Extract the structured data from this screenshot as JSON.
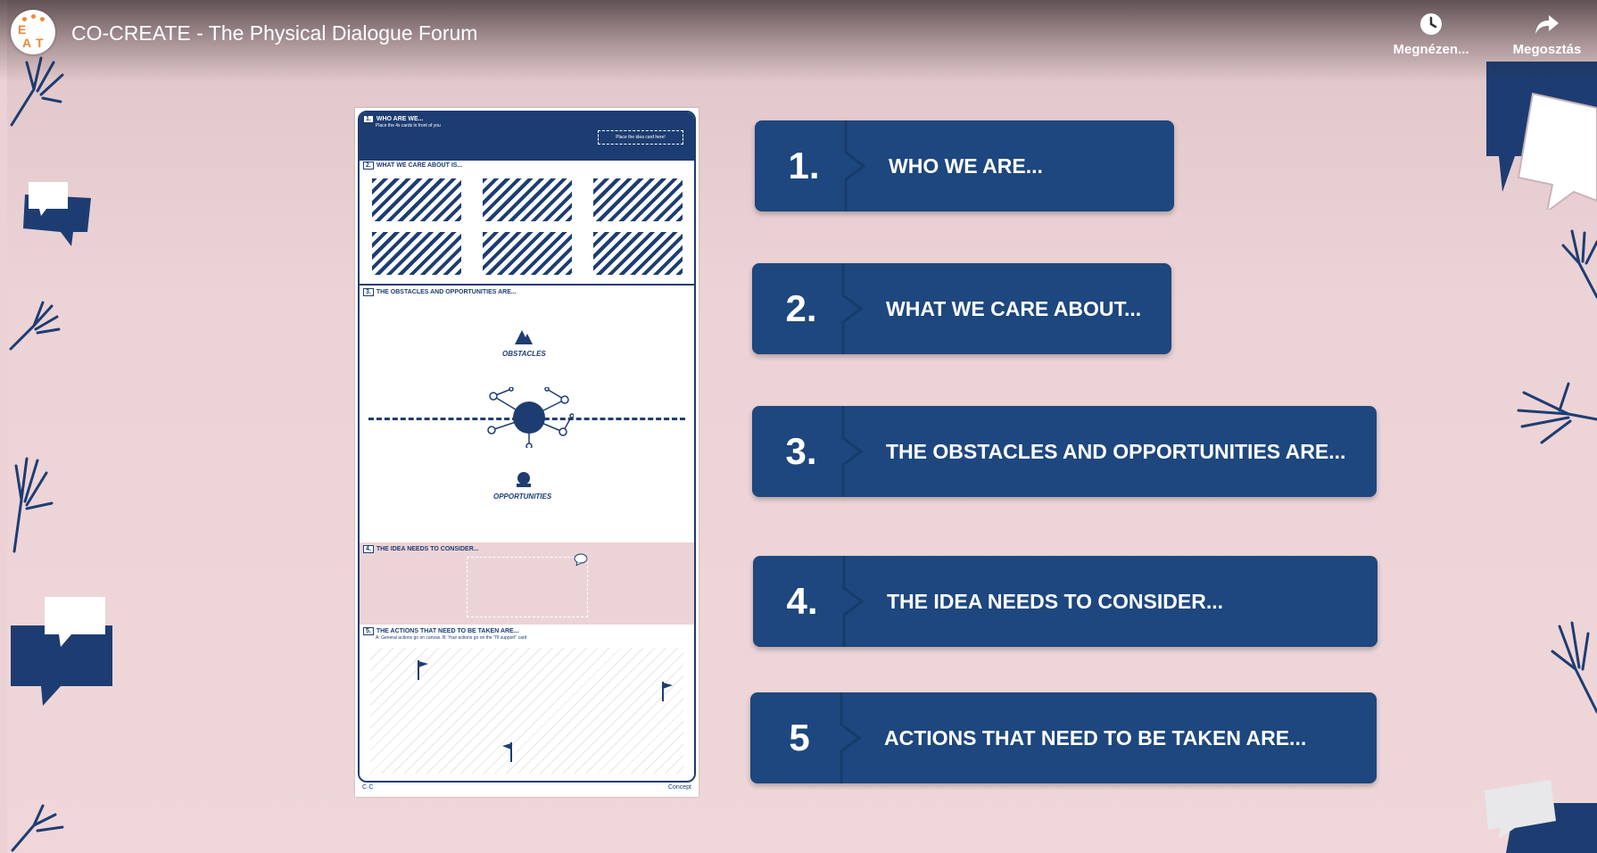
{
  "video": {
    "title": "CO-CREATE - The Physical Dialogue Forum",
    "channel_logo_letters": [
      "E",
      "A",
      "T"
    ],
    "actions": [
      {
        "name": "watch-later",
        "label": "Megnézen...",
        "icon": "clock-icon"
      },
      {
        "name": "share",
        "label": "Megosztás",
        "icon": "share-arrow-icon"
      }
    ]
  },
  "board": {
    "sections": [
      {
        "num": "1.",
        "title": "WHO ARE WE...",
        "sub": "Place the 4s cards in front of you",
        "slot": "Place the idea card here!"
      },
      {
        "num": "2.",
        "title": "WHAT WE CARE ABOUT IS..."
      },
      {
        "num": "3.",
        "title": "THE OBSTACLES AND OPPORTUNITIES ARE...",
        "obstacles": "OBSTACLES",
        "opportunities": "OPPORTUNITIES"
      },
      {
        "num": "4.",
        "title": "THE IDEA NEEDS TO CONSIDER..."
      },
      {
        "num": "5.",
        "title": "THE ACTIONS THAT NEED TO BE TAKEN ARE...",
        "sub": "A: General actions go on canvas. B: Your actions go on the \"I'll support\" card"
      }
    ],
    "footer_left": "C·C",
    "footer_right": "Concept"
  },
  "steps": [
    {
      "num": "1.",
      "label": "WHO WE ARE..."
    },
    {
      "num": "2.",
      "label": "WHAT WE CARE ABOUT..."
    },
    {
      "num": "3.",
      "label": "THE OBSTACLES AND OPPORTUNITIES ARE..."
    },
    {
      "num": "4.",
      "label": "THE IDEA NEEDS TO CONSIDER..."
    },
    {
      "num": "5",
      "label": "ACTIONS THAT NEED TO BE TAKEN ARE..."
    }
  ],
  "colors": {
    "navy": "#1d477e",
    "board_navy": "#1d3d72",
    "background": "#ecd3d6",
    "accent": "#ec8a3a"
  }
}
